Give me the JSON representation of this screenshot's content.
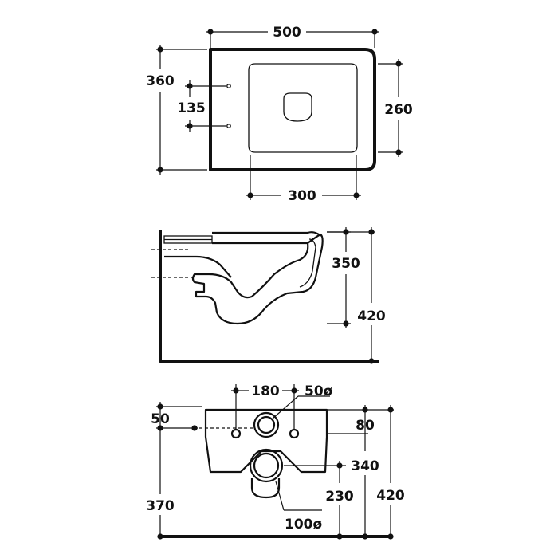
{
  "top_view": {
    "width_label": "500",
    "length_label": "360",
    "bolt_spacing_label": "135",
    "bowl_length_label": "260",
    "bowl_width_label": "300"
  },
  "side_view": {
    "height_label": "350",
    "floor_height_label": "420"
  },
  "rear_view": {
    "bolt_spacing_label": "180",
    "inlet_diameter_label": "50ø",
    "inlet_offset_label": "50",
    "top_offset_label": "80",
    "outlet_height_label": "340",
    "outlet_center_label": "230",
    "total_height_label": "420",
    "inlet_height_label": "370",
    "outlet_diameter_label": "100ø"
  }
}
